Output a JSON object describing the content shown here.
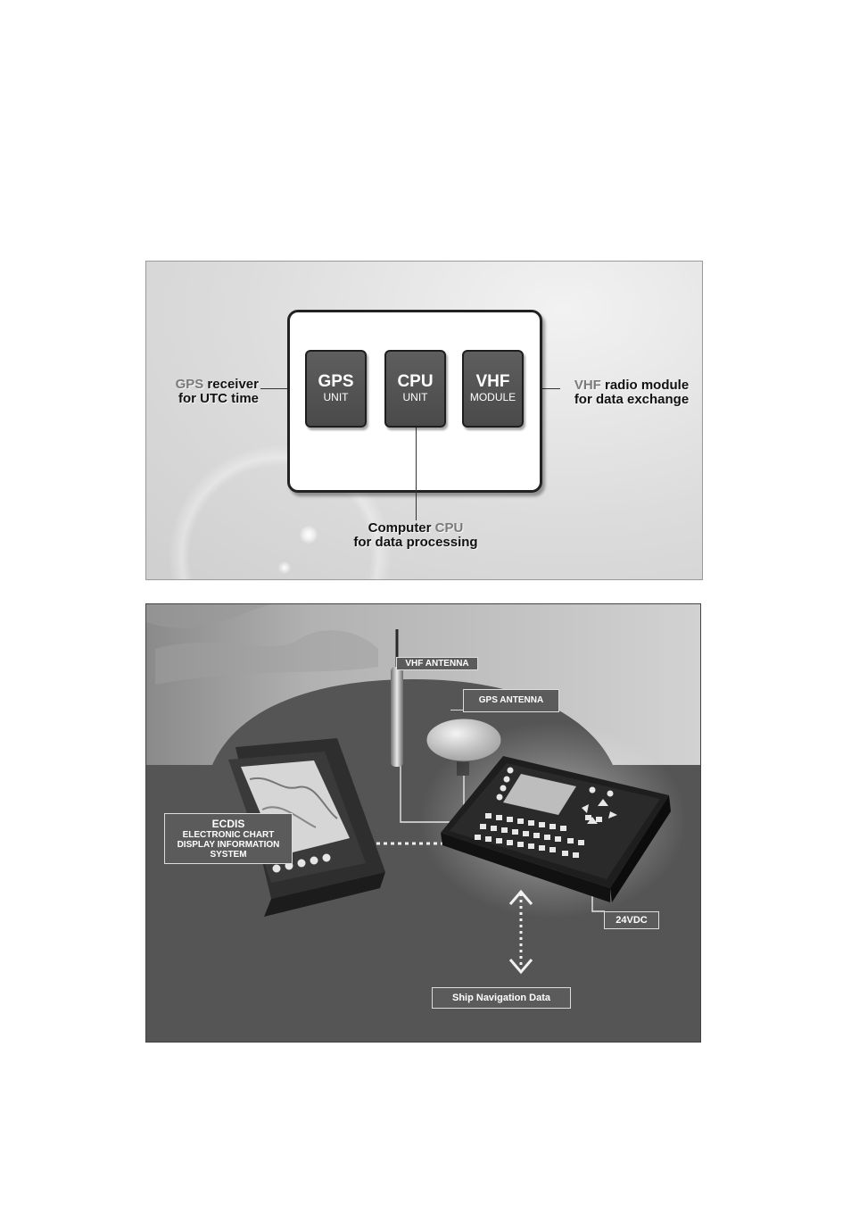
{
  "block_diagram": {
    "units": [
      {
        "title": "GPS",
        "sub": "UNIT"
      },
      {
        "title": "CPU",
        "sub": "UNIT"
      },
      {
        "title": "VHF",
        "sub": "MODULE"
      }
    ],
    "gps_label": {
      "highlight": "GPS",
      "line1_rest": " receiver",
      "line2": "for UTC time"
    },
    "vhf_label": {
      "highlight": "VHF",
      "line1_rest": " radio module",
      "line2": "for data exchange"
    },
    "cpu_label": {
      "line1_pre": "Computer ",
      "highlight": "CPU",
      "line2": "for data processing"
    }
  },
  "system_overview": {
    "vhf_antenna": "VHF ANTENNA",
    "gps_antenna": "GPS  ANTENNA",
    "ecdis": [
      "ECDIS",
      "ELECTRONIC CHART",
      "DISPLAY INFORMATION",
      "SYSTEM"
    ],
    "power": "24VDC",
    "ship_data": "Ship Navigation Data"
  },
  "colors": {
    "panel": "#555555",
    "unit_fill": "#4a4a4a",
    "highlight_text": "#7a7a7a"
  }
}
